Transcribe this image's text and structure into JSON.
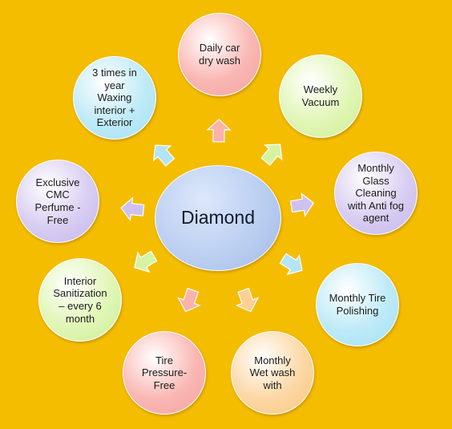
{
  "diagram": {
    "center": {
      "label": "Diamond",
      "fill": "#b9cdf0",
      "edge": "#a2b9e8"
    },
    "items": [
      {
        "label": "Daily car\ndry wash",
        "fill": "#f9b7b3",
        "edge": "#f4a29d",
        "arrow": "#fbb2ab"
      },
      {
        "label": "Weekly\nVacuum",
        "fill": "#e0f6b5",
        "edge": "#cdee97",
        "arrow": "#d6f3a4"
      },
      {
        "label": "Monthly\nGlass\nCleaning\nwith Anti fog\nagent",
        "fill": "#d8cdf2",
        "edge": "#c4b5ec",
        "arrow": "#cfc1ef"
      },
      {
        "label": "Monthly Tire\nPolishing",
        "fill": "#bdeaf8",
        "edge": "#a4e0f4",
        "arrow": "#b3e5f6"
      },
      {
        "label": "Monthly\nWet wash\nwith",
        "fill": "#fcd7a4",
        "edge": "#f8c77d",
        "arrow": "#fccf94"
      },
      {
        "label": "Tire\nPressure-\nFree",
        "fill": "#f9b7b3",
        "edge": "#f4a29d",
        "arrow": "#fbb2ab"
      },
      {
        "label": "Interior\nSanitization\n– every 6\nmonth",
        "fill": "#e0f6b5",
        "edge": "#cdee97",
        "arrow": "#d6f3a4"
      },
      {
        "label": "Exclusive\nCMC\nPerfume -\nFree",
        "fill": "#d8cdf2",
        "edge": "#c4b5ec",
        "arrow": "#cfc1ef"
      },
      {
        "label": "3 times in\nyear\nWaxing\ninterior +\nExterior",
        "fill": "#bdeaf8",
        "edge": "#a4e0f4",
        "arrow": "#b3e5f6"
      }
    ]
  }
}
